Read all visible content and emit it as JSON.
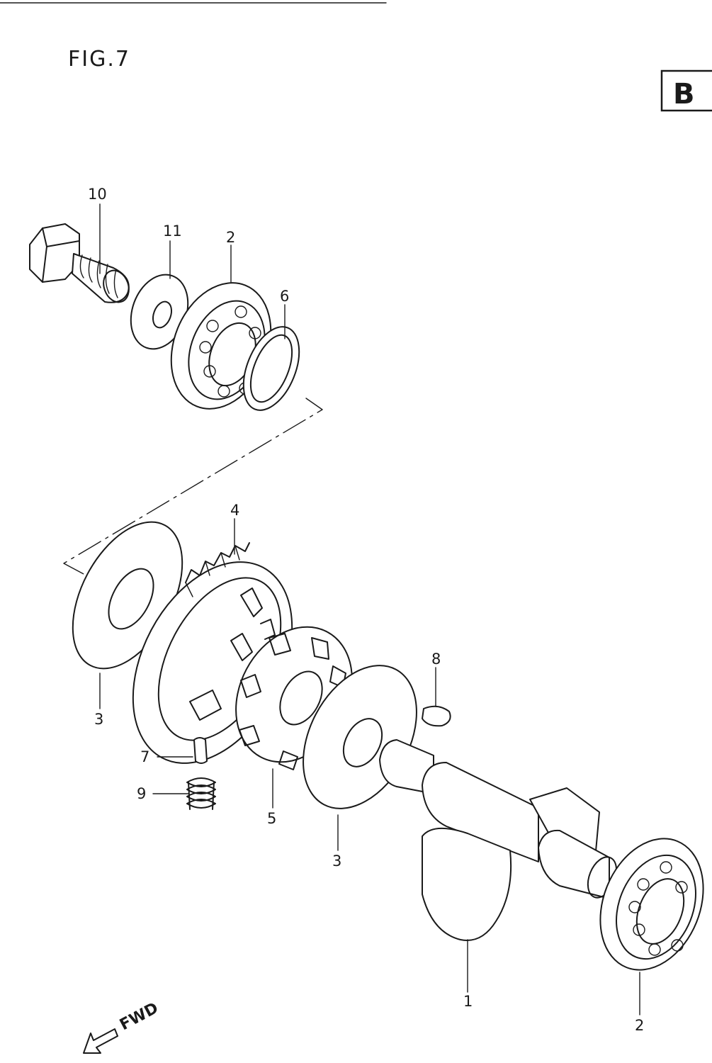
{
  "figure": {
    "title": "FIG.7",
    "section_badge": "B",
    "direction_label": "FWD"
  },
  "callouts": [
    {
      "id": "10",
      "text": "10"
    },
    {
      "id": "11",
      "text": "11"
    },
    {
      "id": "2_top",
      "text": "2"
    },
    {
      "id": "6",
      "text": "6"
    },
    {
      "id": "4",
      "text": "4"
    },
    {
      "id": "3_left",
      "text": "3"
    },
    {
      "id": "7",
      "text": "7"
    },
    {
      "id": "9",
      "text": "9"
    },
    {
      "id": "5",
      "text": "5"
    },
    {
      "id": "3_mid",
      "text": "3"
    },
    {
      "id": "8",
      "text": "8"
    },
    {
      "id": "1",
      "text": "1"
    },
    {
      "id": "2_bottom",
      "text": "2"
    }
  ]
}
